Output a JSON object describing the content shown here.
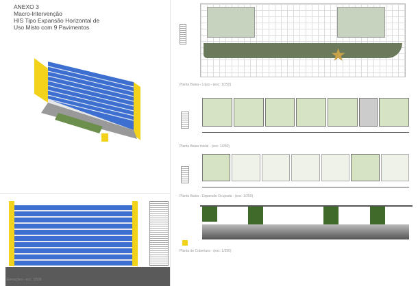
{
  "title": {
    "line1": "ANEXO 3",
    "line2": "Macro-Intervenção",
    "line3": "HIS Tipo Expansão Horizontal de",
    "line4": "Uso Misto com 9 Pavimentos"
  },
  "plans": [
    {
      "label": "Planta Baixa - Lojas - (esc: 1/250)"
    },
    {
      "label": "Planta Baixa Inicial - (esc: 1/250)"
    },
    {
      "label": "Planta Baixa - Expansão Ocupada - (esc: 1/250)"
    },
    {
      "label": "Planta de Cobertura - (esc: 1/250)"
    }
  ],
  "elevations": {
    "label": "Elevações - esc: 1/500"
  },
  "colors": {
    "facade_blue": "#3d6fd0",
    "accent_yellow": "#f2d21b",
    "green": "#a9cc7a",
    "band": "#5a5a5a"
  }
}
